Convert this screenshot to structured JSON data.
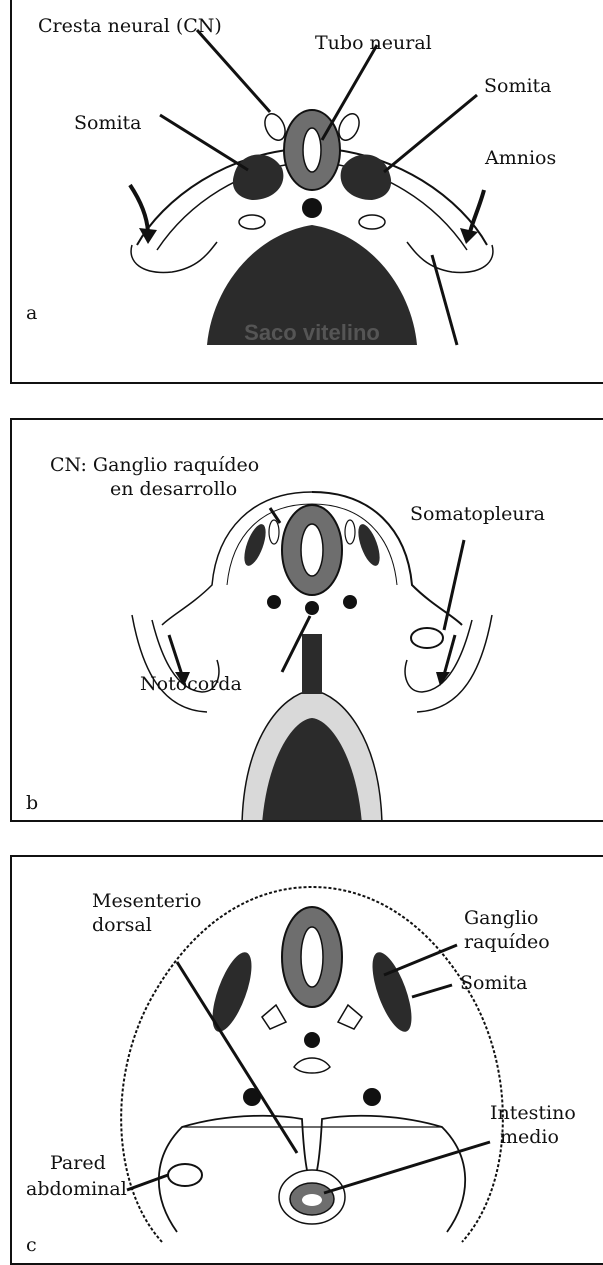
{
  "panel_a": {
    "letter": "a",
    "labels": {
      "cresta": "Cresta neural (CN)",
      "tubo": "Tubo neural",
      "somita_left": "Somita",
      "somita_right": "Somita",
      "amnios": "Amnios",
      "saco": "Saco vitelino"
    }
  },
  "panel_b": {
    "letter": "b",
    "labels": {
      "cn_line1": "CN: Ganglio raquídeo",
      "cn_line2": "en desarrollo",
      "somatopleura": "Somatopleura",
      "notocorda": "Notocorda"
    }
  },
  "panel_c": {
    "letter": "c",
    "labels": {
      "mesenterio_1": "Mesenterio",
      "mesenterio_2": "dorsal",
      "ganglio_1": "Ganglio",
      "ganglio_2": "raquídeo",
      "somita": "Somita",
      "intestino_1": "Intestino",
      "intestino_2": "medio",
      "pared_1": "Pared",
      "pared_2": "abdominal"
    }
  },
  "colors": {
    "ink": "#111111",
    "dark_fill": "#2b2b2b",
    "mid_fill": "#6e6e6e",
    "light_fill": "#d9d9d9"
  }
}
